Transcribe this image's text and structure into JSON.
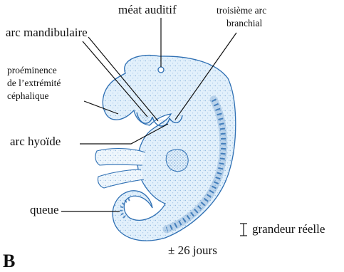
{
  "labels": {
    "meat_auditif": "méat auditif",
    "troisieme_arc": [
      "troisième arc",
      "branchial"
    ],
    "arc_mandibulaire": "arc mandibulaire",
    "proeminence": [
      "proéminence",
      "de l’extrémité",
      "céphalique"
    ],
    "arc_hyoide": "arc hyoïde",
    "queue": "queue",
    "grandeur_reelle": "grandeur réelle",
    "age": "± 26 jours"
  },
  "page_marker": "B",
  "colors": {
    "embryo_fill": "#e2f0fb",
    "embryo_stipple": "#3d7fc1",
    "embryo_outline": "#2e6fb3",
    "leader_lines": "#111111",
    "text": "#111111"
  }
}
